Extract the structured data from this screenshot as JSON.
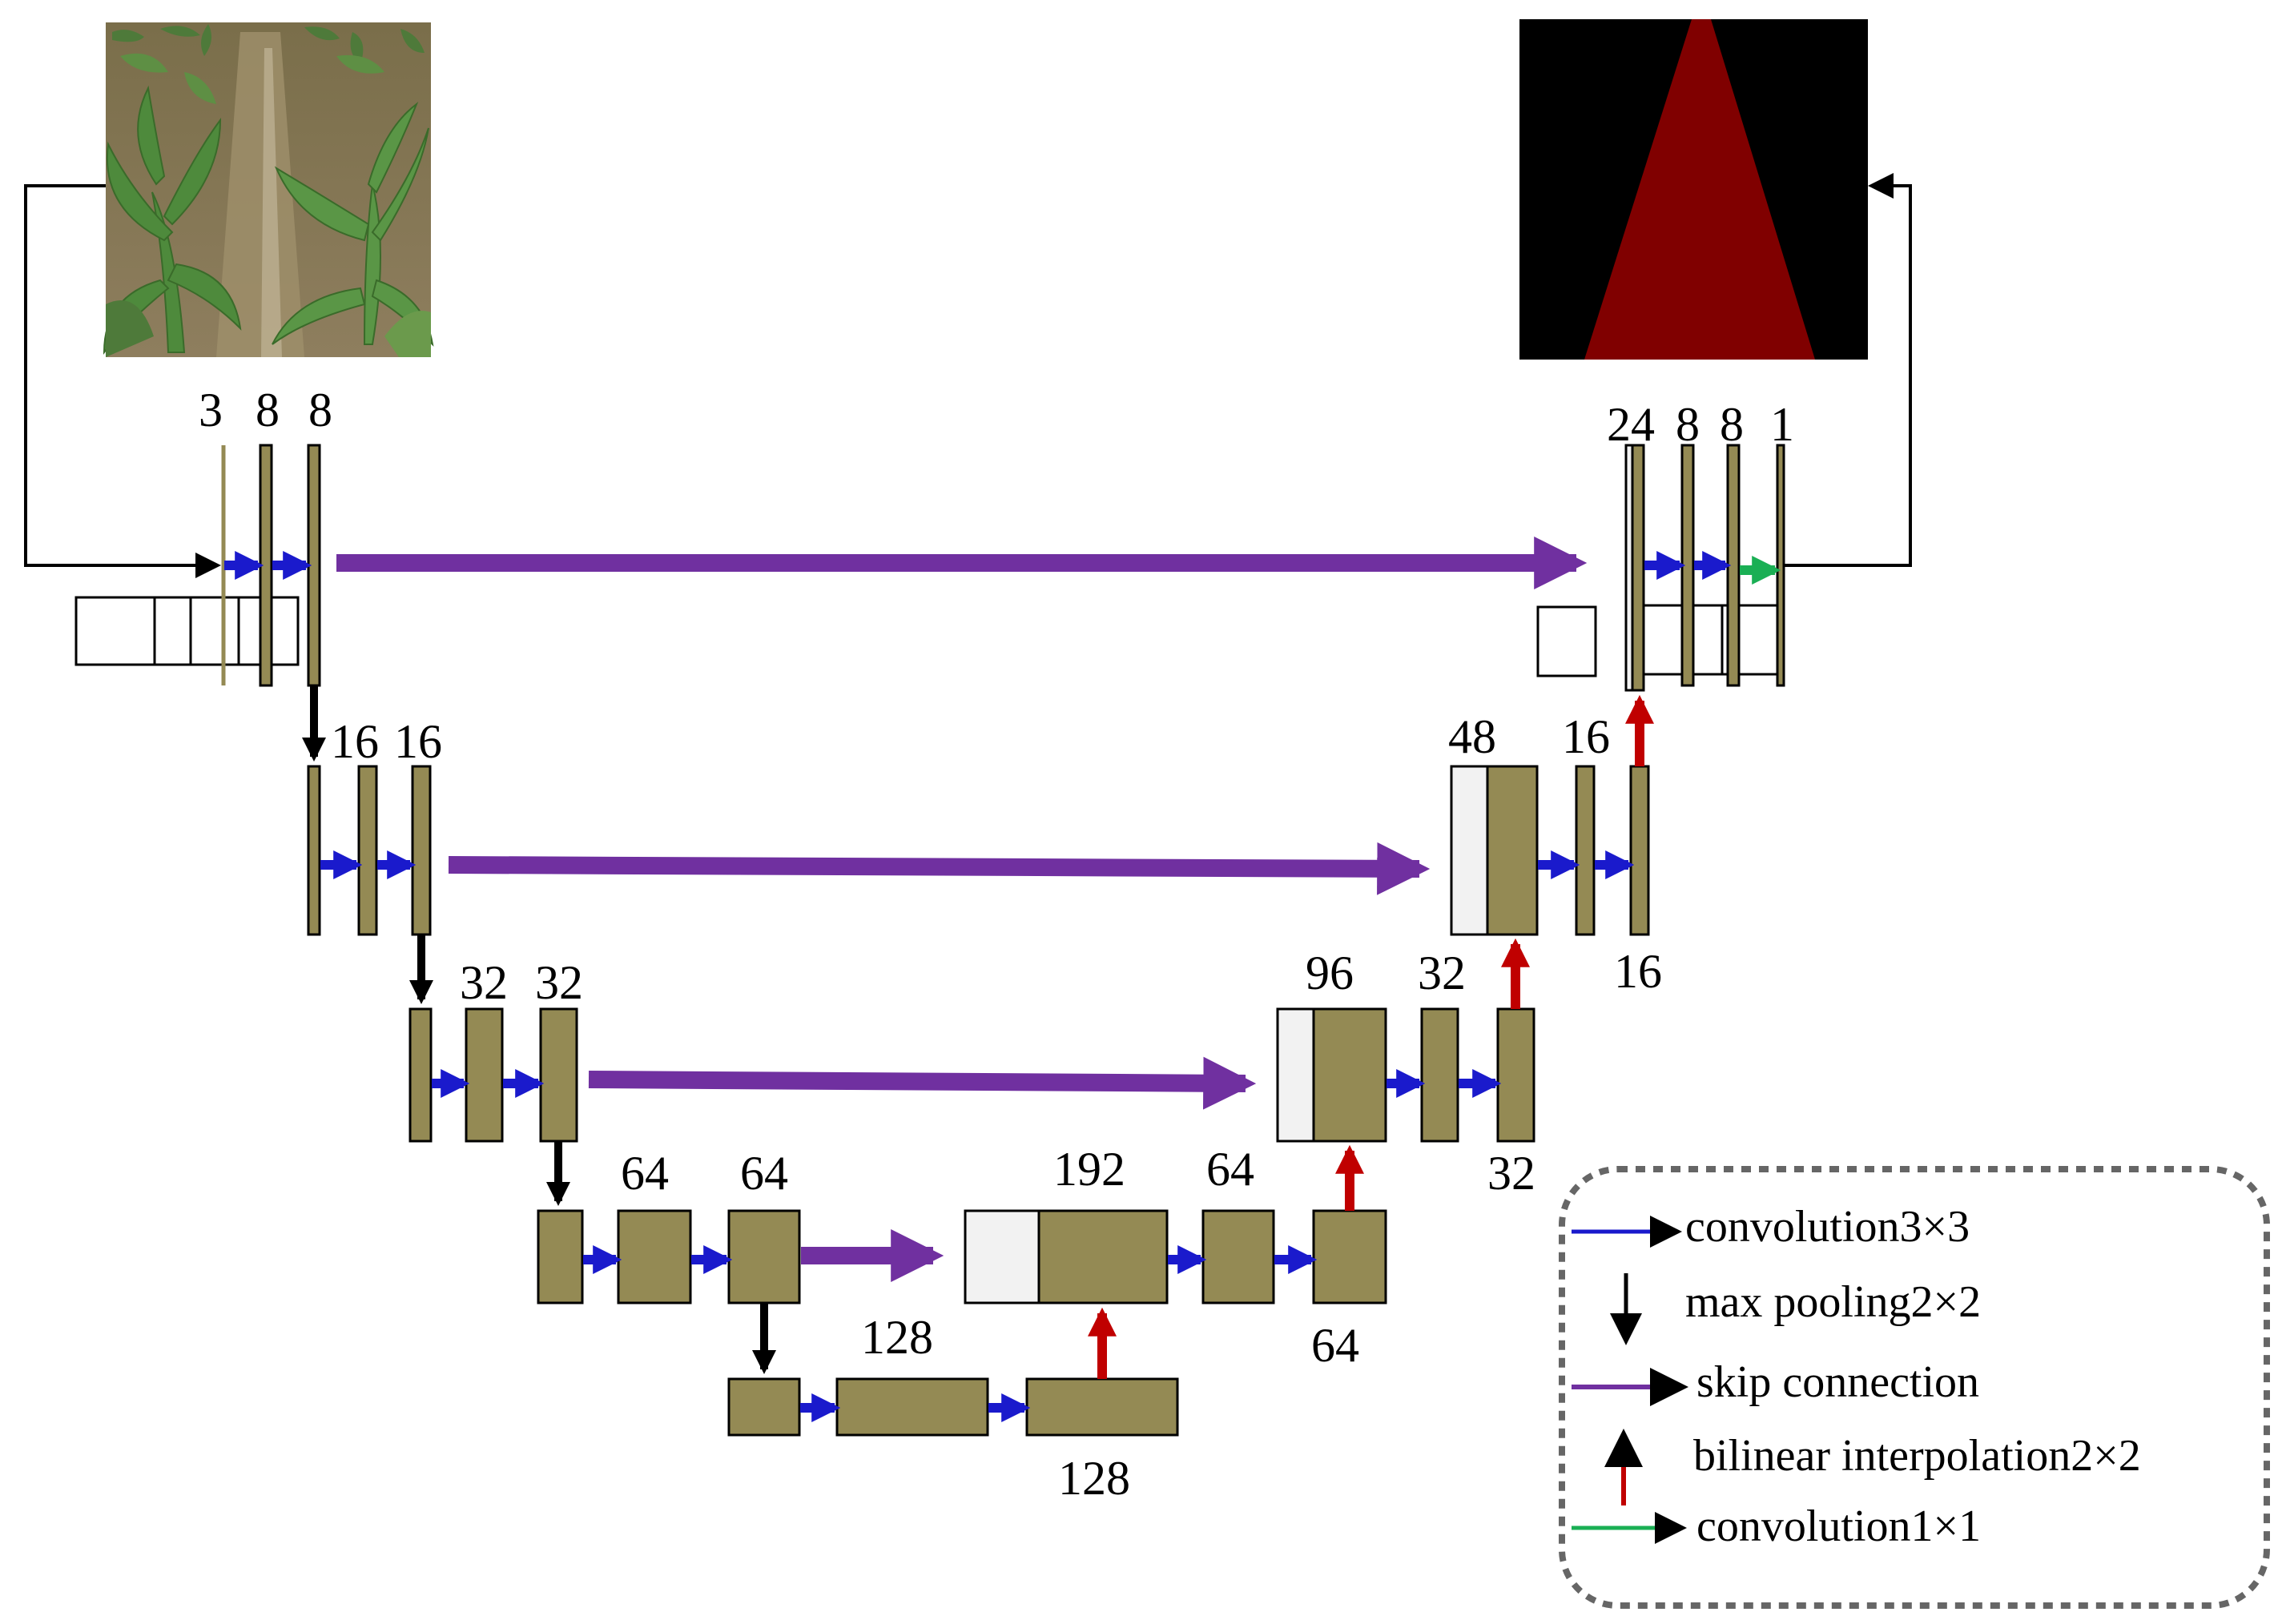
{
  "colors": {
    "feature_map": "#948A54",
    "concat_map": "#F2F2F2",
    "conv3x3": "#1A1ACC",
    "max_pool": "#000000",
    "skip": "#7030A0",
    "bilinear": "#C00000",
    "conv1x1": "#1AAF54",
    "mask_background": "#000000",
    "mask_foreground": "#800000"
  },
  "input_image": {
    "icon": "corn-field-photo"
  },
  "output_mask": {
    "icon": "segmentation-mask"
  },
  "encoder": {
    "level1": {
      "in": "3",
      "c1": "8",
      "c2": "8"
    },
    "level2": {
      "c1": "16",
      "c2": "16"
    },
    "level3": {
      "c1": "32",
      "c2": "32"
    },
    "level4": {
      "c1": "64",
      "c2": "64"
    },
    "bottleneck": {
      "c1": "128",
      "c2": "128"
    }
  },
  "decoder": {
    "level4": {
      "concat": "192",
      "c1": "64",
      "c2": "64"
    },
    "level3": {
      "concat": "96",
      "c1": "32",
      "c2": "32"
    },
    "level2": {
      "concat": "48",
      "c1": "16",
      "c2": "16"
    },
    "level1": {
      "concat": "24",
      "c1": "8",
      "c2": "8",
      "out": "1"
    }
  },
  "legend": {
    "items": [
      {
        "label": "convolution3×3",
        "icon": "blue-arrow-icon"
      },
      {
        "label": "max pooling2×2",
        "icon": "black-down-arrow-icon"
      },
      {
        "label": "skip connection",
        "icon": "purple-arrow-icon"
      },
      {
        "label": "bilinear interpolation2×2",
        "icon": "red-up-arrow-icon"
      },
      {
        "label": "convolution1×1",
        "icon": "green-arrow-icon"
      }
    ]
  }
}
